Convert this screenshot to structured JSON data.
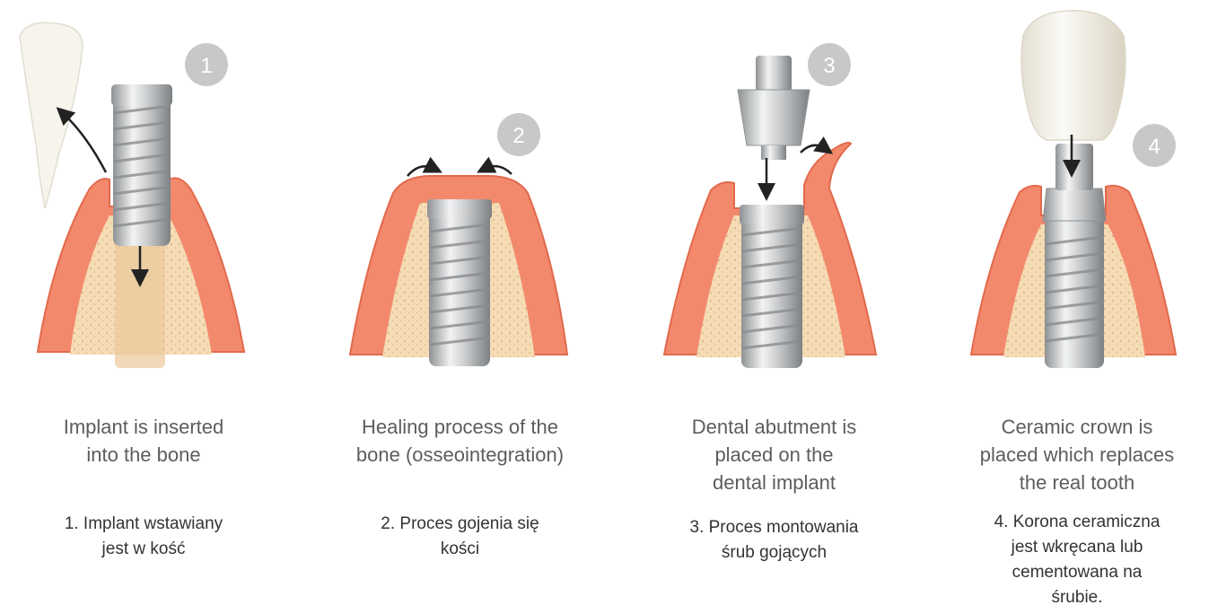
{
  "colors": {
    "gum": "#f3896c",
    "gum_dark": "#e2694c",
    "bone": "#f6dcb5",
    "bone_dot": "#d8b78a",
    "metal_light": "#e6e7e8",
    "metal_dark": "#8f9294",
    "badge": "#c8c8c8",
    "crown": "#f3f0e8"
  },
  "steps": [
    {
      "number": "1",
      "title_en": [
        "Implant is inserted",
        "into the bone"
      ],
      "title_pl": [
        "1. Implant wstawiany",
        "jest w kość"
      ]
    },
    {
      "number": "2",
      "title_en": [
        "Healing process of the",
        "bone (osseointegration)"
      ],
      "title_pl": [
        "2. Proces gojenia się",
        "kości"
      ]
    },
    {
      "number": "3",
      "title_en": [
        "Dental abutment is",
        "placed on the",
        "dental implant"
      ],
      "title_pl": [
        "3. Proces montowania",
        "śrub gojących"
      ]
    },
    {
      "number": "4",
      "title_en": [
        "Ceramic crown is",
        "placed which replaces",
        "the real tooth"
      ],
      "title_pl": [
        "4. Korona ceramiczna",
        "jest wkręcana lub",
        "cementowana na",
        "śrubie."
      ]
    }
  ]
}
